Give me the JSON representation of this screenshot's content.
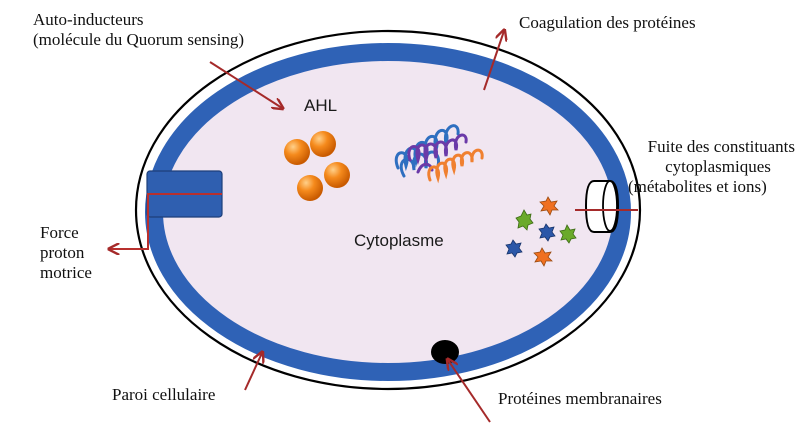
{
  "diagram": {
    "title": "",
    "colors": {
      "cytoplasm": "#f1e6f1",
      "membrane_band": "#2f62b6",
      "wall_line": "#000000",
      "arrow": "#a52a2a",
      "ahl_sphere": "#f07b12",
      "protein_blue": "#2e6fc0",
      "protein_purple": "#6b3aa8",
      "protein_orange": "#f08030",
      "ion_green": "#6aaa2a",
      "ion_blue": "#2b57a8",
      "ion_orange": "#f07020",
      "pump": "#2f5fb0",
      "membrane_protein": "#000000"
    },
    "labels": {
      "auto_inducteurs_line1": "Auto-inducteurs",
      "auto_inducteurs_line2": "(molécule du Quorum sensing)",
      "coagulation": "Coagulation des protéines",
      "fuite_line1": "Fuite des constituants",
      "fuite_line2": "cytoplasmiques",
      "fuite_line3": "(métabolites et ions)",
      "force_line1": "Force",
      "force_line2": "proton",
      "force_line3": "motrice",
      "paroi": "Paroi cellulaire",
      "proteines_membranaires": "Protéines membranaires",
      "ahl": "AHL",
      "cytoplasme": "Cytoplasme"
    }
  }
}
